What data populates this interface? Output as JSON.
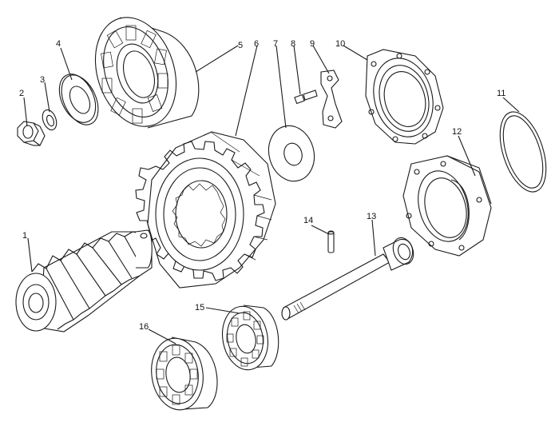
{
  "diagram": {
    "parts": [
      {
        "id": "1",
        "label": "1"
      },
      {
        "id": "2",
        "label": "2"
      },
      {
        "id": "3",
        "label": "3"
      },
      {
        "id": "4",
        "label": "4"
      },
      {
        "id": "5",
        "label": "5"
      },
      {
        "id": "6",
        "label": "6"
      },
      {
        "id": "7",
        "label": "7"
      },
      {
        "id": "8",
        "label": "8"
      },
      {
        "id": "9",
        "label": "9"
      },
      {
        "id": "10",
        "label": "10"
      },
      {
        "id": "11",
        "label": "11"
      },
      {
        "id": "12",
        "label": "12"
      },
      {
        "id": "13",
        "label": "13"
      },
      {
        "id": "14",
        "label": "14"
      },
      {
        "id": "15",
        "label": "15"
      },
      {
        "id": "16",
        "label": "16"
      }
    ]
  }
}
